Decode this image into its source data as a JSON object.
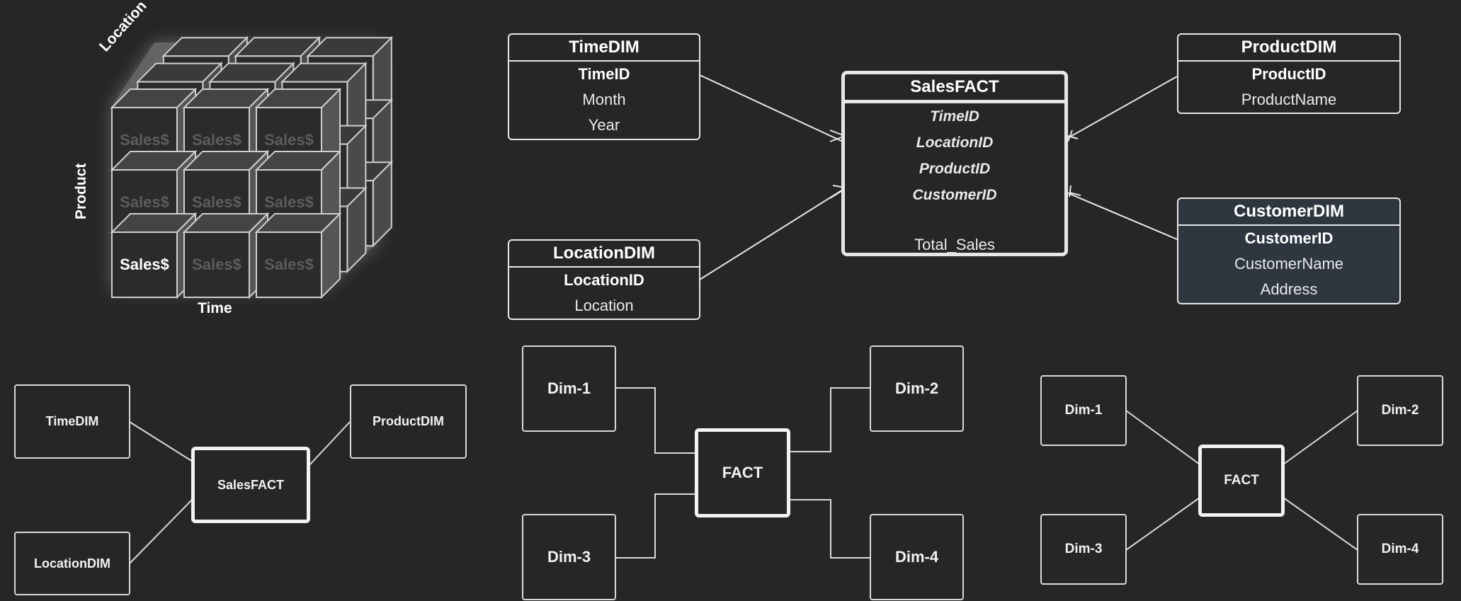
{
  "cube": {
    "axis_location": "Location",
    "axis_product": "Product",
    "axis_time": "Time",
    "cells": [
      "Sales$",
      "Sales$",
      "Sales$",
      "Sales$",
      "Sales$",
      "Sales$",
      "Sales$",
      "Sales$",
      "Sales$"
    ],
    "highlighted_cell": 6
  },
  "er": {
    "time_dim": {
      "title": "TimeDIM",
      "rows": [
        "TimeID",
        "Month",
        "Year"
      ]
    },
    "location_dim": {
      "title": "LocationDIM",
      "rows": [
        "LocationID",
        "Location"
      ]
    },
    "sales_fact": {
      "title": "SalesFACT",
      "rows": [
        "TimeID",
        "LocationID",
        "ProductID",
        "CustomerID",
        "Total_Sales"
      ]
    },
    "product_dim": {
      "title": "ProductDIM",
      "rows": [
        "ProductID",
        "ProductName"
      ]
    },
    "customer_dim": {
      "title": "CustomerDIM",
      "rows": [
        "CustomerID",
        "CustomerName",
        "Address"
      ]
    }
  },
  "star_simple": {
    "time": "TimeDIM",
    "location": "LocationDIM",
    "fact": "SalesFACT",
    "product": "ProductDIM"
  },
  "star_orthogonal": {
    "dim1": "Dim-1",
    "dim2": "Dim-2",
    "dim3": "Dim-3",
    "dim4": "Dim-4",
    "fact": "FACT"
  },
  "star_diagonal": {
    "dim1": "Dim-1",
    "dim2": "Dim-2",
    "dim3": "Dim-3",
    "dim4": "Dim-4",
    "fact": "FACT"
  },
  "colors": {
    "background": "#262626",
    "line": "#e6e6e6",
    "customer_fill": "#2e3640",
    "cube_face": "#2b2b2b"
  }
}
